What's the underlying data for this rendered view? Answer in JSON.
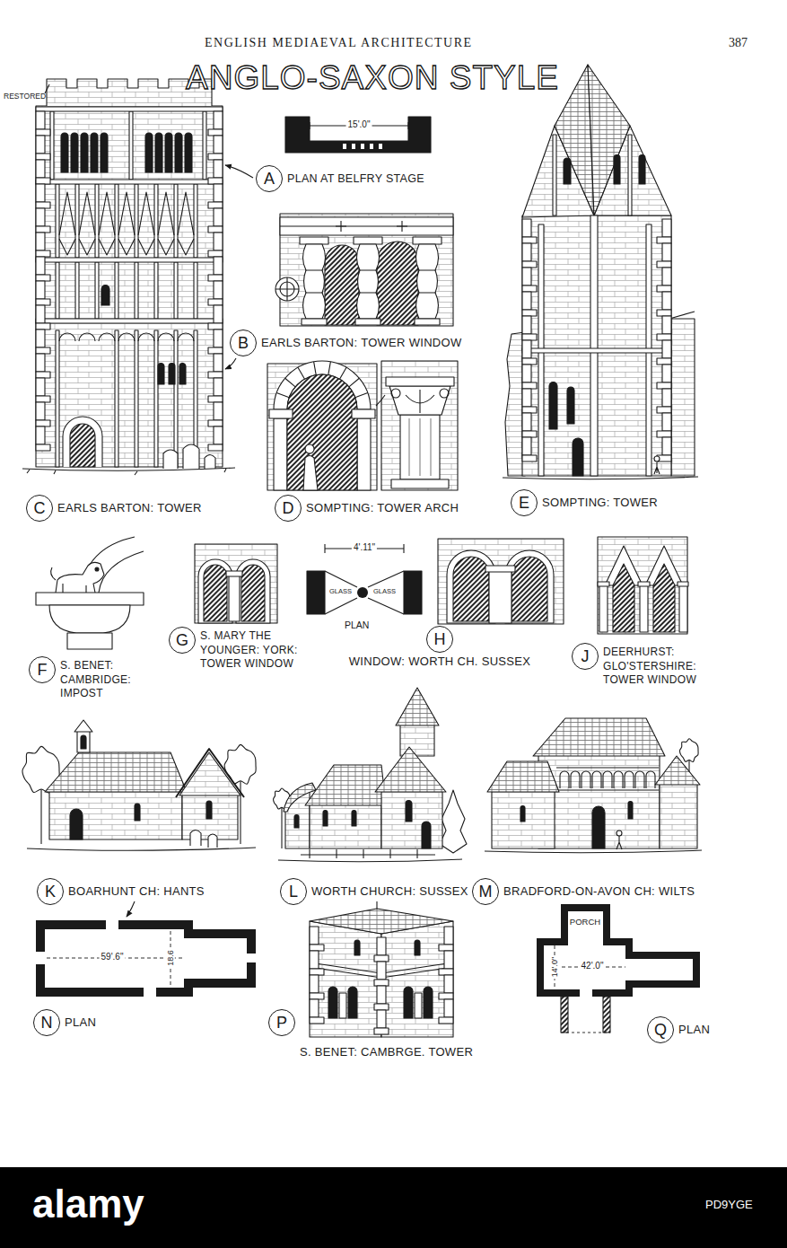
{
  "diagram": {
    "title": "ANGLO-SAXON STYLE",
    "nodes": [
      {
        "text": [
          "A",
          "PLAN AT BELFRY STAGE"
        ]
      },
      {
        "text": [
          "B",
          "EARLS BARTON: TOWER WINDOW"
        ]
      },
      {
        "text": [
          "C",
          "EARLS BARTON: TOWER"
        ]
      },
      {
        "text": [
          "D",
          "SOMPTING: TOWER ARCH"
        ]
      },
      {
        "text": [
          "E",
          "SOMPTING: TOWER"
        ]
      },
      {
        "text": [
          "F",
          "S. BENET: CAMBRIDGE: IMPOST"
        ]
      },
      {
        "text": [
          "G",
          "S. MARY THE YOUNGER: YORK: TOWER WINDOW"
        ]
      },
      {
        "text": [
          "H",
          "WINDOW: WORTH CH. SUSSEX"
        ]
      },
      {
        "text": [
          "J",
          "DEERHURST: GLO'STERSHIRE: TOWER WINDOW"
        ]
      },
      {
        "text": [
          "K",
          "BOARHUNT CH: HANTS"
        ]
      },
      {
        "text": [
          "L",
          "WORTH CHURCH: SUSSEX"
        ]
      },
      {
        "text": [
          "M",
          "BRADFORD-ON-AVON CH: WILTS"
        ]
      },
      {
        "text": [
          "N",
          "PLAN"
        ]
      },
      {
        "text": [
          "P",
          "S. BENET: CAMBRGE. TOWER"
        ]
      },
      {
        "text": [
          "Q",
          "PLAN"
        ]
      }
    ],
    "labels": [
      "ENGLISH MEDIAEVAL ARCHITECTURE",
      "387",
      "RESTORED",
      "15'.0\"",
      "4'.11\"",
      "GLASS",
      "GLASS",
      "PLAN",
      "59'.6\"",
      "18.6",
      "PORCH",
      "14'.0\"",
      "42'.0\"",
      "alamy",
      "PD9YGE"
    ]
  }
}
